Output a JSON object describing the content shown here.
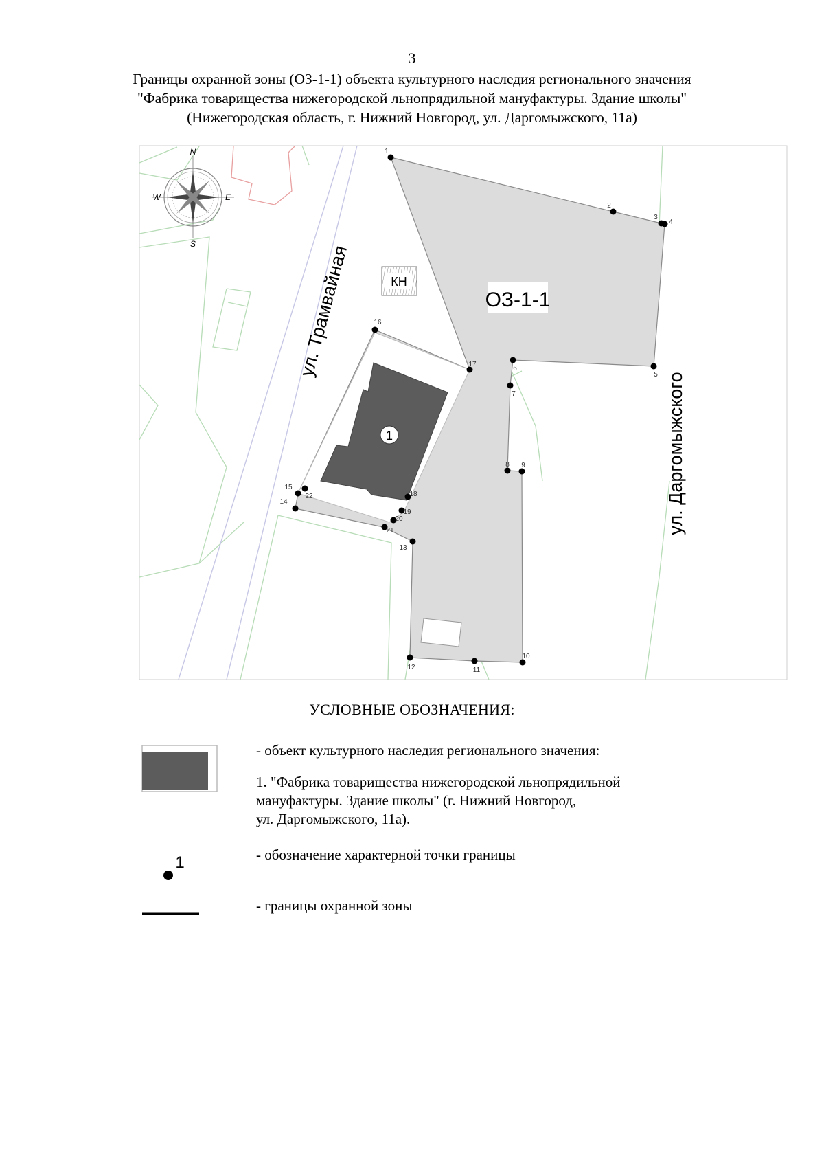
{
  "header": {
    "page_number": "3",
    "title_lines": [
      "Границы охранной зоны (ОЗ-1-1) объекта культурного наследия регионального значения",
      "\"Фабрика товарищества нижегородской льнопрядильной мануфактуры. Здание школы\"",
      "(Нижегородская область, г. Нижний Новгород, ул. Даргомыжского, 11а)"
    ]
  },
  "map": {
    "zone_label": "ОЗ-1-1",
    "heritage_object_number": "1",
    "kn_label": "КН",
    "streets": {
      "tramvaynaya": "ул. Трамвайная",
      "dargomyzhskogo": "ул. Даргомыжского"
    },
    "compass": {
      "north": "N",
      "south": "S",
      "east": "E",
      "west": "W"
    },
    "boundary_points": [
      "1",
      "2",
      "3",
      "4",
      "5",
      "6",
      "7",
      "8",
      "9",
      "10",
      "11",
      "12",
      "13",
      "14",
      "15",
      "16",
      "17",
      "18",
      "19",
      "20",
      "21",
      "22"
    ],
    "colors": {
      "zone_fill": "#dcdcdc",
      "object_fill": "#5c5c5c",
      "cadastral_lines": "#b7dcb7",
      "red_lines": "#e8a0a0",
      "street_lines": "#c7c7e6"
    }
  },
  "legend": {
    "heading": "УСЛОВНЫЕ ОБОЗНАЧЕНИЯ:",
    "items": [
      {
        "symbol": "heritage-object",
        "text": "- объект культурного наследия регионального значения:",
        "detail_lines": [
          "1. \"Фабрика товарищества нижегородской льнопрядильной",
          "мануфактуры. Здание школы\" (г. Нижний Новгород,",
          "ул. Даргомыжского, 11а)."
        ]
      },
      {
        "symbol": "boundary-point",
        "sample_number": "1",
        "text": "- обозначение характерной точки границы"
      },
      {
        "symbol": "boundary-line",
        "text": "- границы охранной зоны"
      }
    ]
  }
}
